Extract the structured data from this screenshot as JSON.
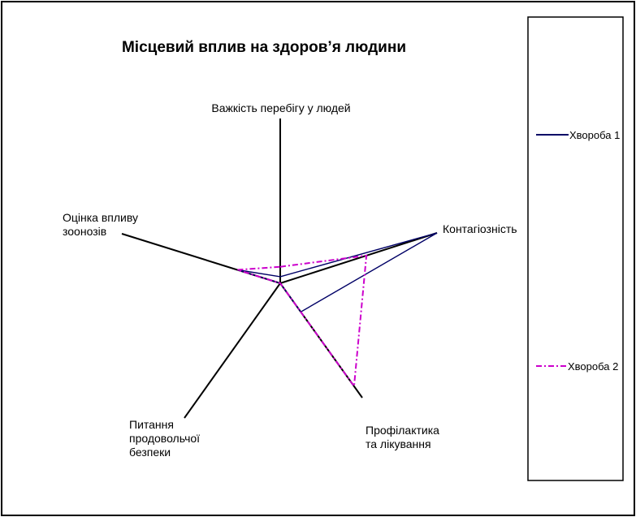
{
  "chart_data": {
    "type": "radar",
    "title": "Місцевий вплив на здоров’я людини",
    "axes": [
      {
        "label_lines": [
          "Важкість перебігу у людей"
        ]
      },
      {
        "label_lines": [
          "Контагіозність"
        ]
      },
      {
        "label_lines": [
          "Профілактика",
          "та лікування"
        ]
      },
      {
        "label_lines": [
          "Питання",
          "продовольчої",
          "безпеки"
        ]
      },
      {
        "label_lines": [
          "Оцінка впливу",
          "зоонозів"
        ]
      }
    ],
    "series": [
      {
        "name": "Хвороба 1",
        "color": "#000066",
        "dash": "solid",
        "values": [
          0.04,
          1.0,
          0.25,
          0.0,
          0.27
        ]
      },
      {
        "name": "Хвороба 2",
        "color": "#cc00cc",
        "dash": "dashdot",
        "values": [
          0.1,
          0.55,
          0.9,
          0.0,
          0.27
        ]
      }
    ],
    "legend_position": "right"
  }
}
